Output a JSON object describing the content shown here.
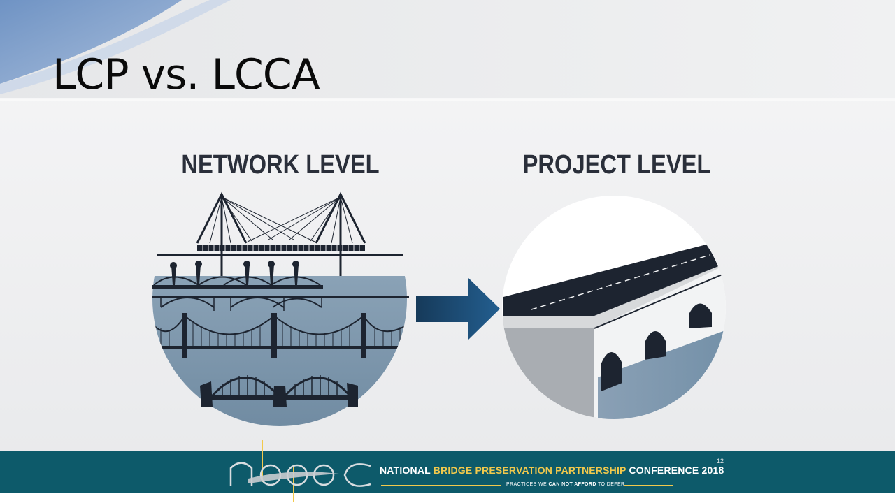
{
  "slide": {
    "title": "LCP vs. LCCA",
    "network_label": "NETWORK LEVEL",
    "project_label": "PROJECT LEVEL",
    "page_number": "12"
  },
  "footer": {
    "conference_prefix": "NATIONAL ",
    "conference_highlight": "BRIDGE PRESERVATION PARTNERSHIP",
    "conference_suffix": " CONFERENCE 2018",
    "tagline_1": "PRACTICES WE ",
    "tagline_2": "CAN NOT AFFORD",
    "tagline_3": " TO DEFER",
    "logo_text": "nbppc"
  },
  "colors": {
    "footer_teal": "#0d5a6a",
    "accent_gold": "#f2c94c",
    "arrow_blue": "#1f4f7a",
    "water_blue": "#7e97ac",
    "dark_navy": "#1d2430"
  }
}
